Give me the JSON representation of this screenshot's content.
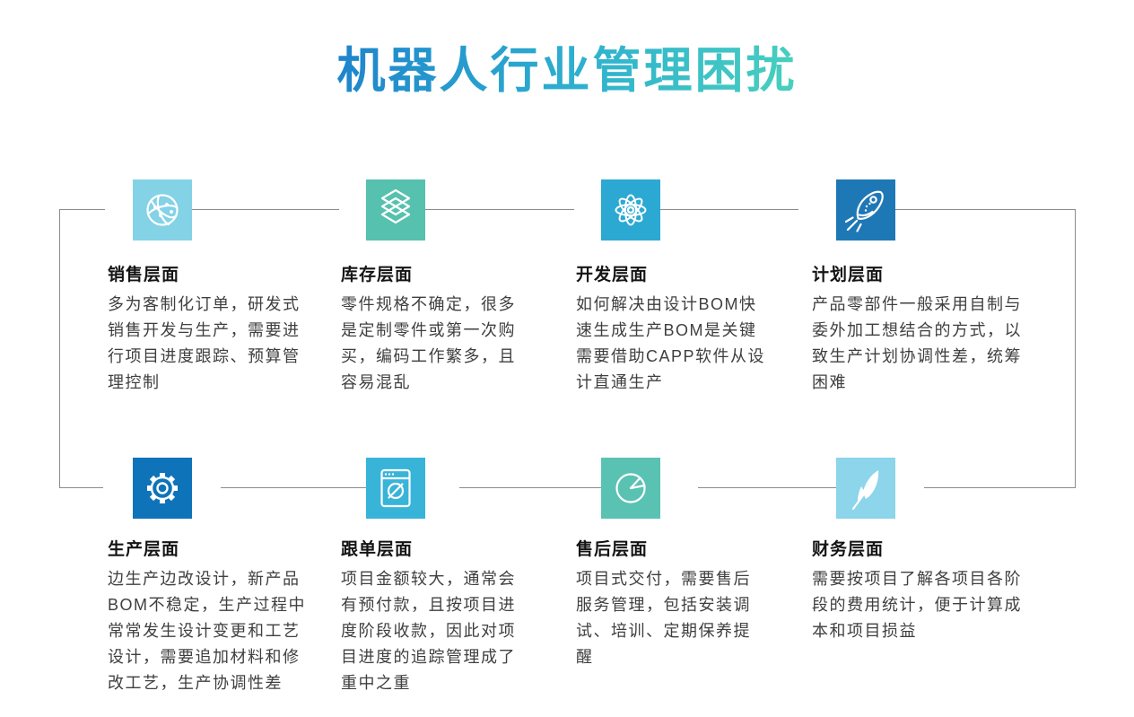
{
  "page": {
    "title": "机器人行业管理困扰"
  },
  "colors": {
    "background": "#ffffff",
    "connector": "#8c8c8c",
    "title_gradient_start": "#1e85cc",
    "title_gradient_end": "#48cfbe",
    "section_title_text": "#141414",
    "body_text": "#3f3f3f"
  },
  "sections": [
    {
      "id": "sales",
      "icon": "globe-network-icon",
      "color": "#83d2e6",
      "title": "销售层面",
      "body": "多为客制化订单，研发式\n销售开发与生产，需要进\n行项目进度跟踪、预算管\n理控制"
    },
    {
      "id": "inventory",
      "icon": "layers-icon",
      "color": "#55c1ae",
      "title": "库存层面",
      "body": "零件规格不确定，很多\n是定制零件或第一次购\n买，编码工作繁多，且\n容易混乱"
    },
    {
      "id": "development",
      "icon": "atom-icon",
      "color": "#2ba9d3",
      "title": "开发层面",
      "body": "如何解决由设计BOM快\n速生成生产BOM是关键\n需要借助CAPP软件从设\n计直通生产"
    },
    {
      "id": "planning",
      "icon": "rocket-icon",
      "color": "#1e78b6",
      "title": "计划层面",
      "body": "产品零部件一般采用自制与\n委外加工想结合的方式，以\n致生产计划协调性差，统筹\n困难"
    },
    {
      "id": "production",
      "icon": "gear-icon",
      "color": "#0f73b9",
      "title": "生产层面",
      "body": "边生产边改设计，新产品\nBOM不稳定，生产过程中\n常常发生设计变更和工艺\n设计，需要追加材料和修\n改工艺，生产协调性差"
    },
    {
      "id": "order-tracking",
      "icon": "browser-compass-icon",
      "color": "#38b4d9",
      "title": "跟单层面",
      "body": "项目金额较大，通常会\n有预付款，且按项目进\n度阶段收款，因此对项\n目进度的追踪管理成了\n重中之重"
    },
    {
      "id": "after-sales",
      "icon": "pie-chart-icon",
      "color": "#5ac2b2",
      "title": "售后层面",
      "body": "项目式交付，需要售后\n服务管理，包括安装调\n试、培训、定期保养提\n醒"
    },
    {
      "id": "finance",
      "icon": "feather-icon",
      "color": "#8cd5ea",
      "title": "财务层面",
      "body": "需要按项目了解各项目各阶\n段的费用统计，便于计算成\n本和项目损益"
    }
  ]
}
